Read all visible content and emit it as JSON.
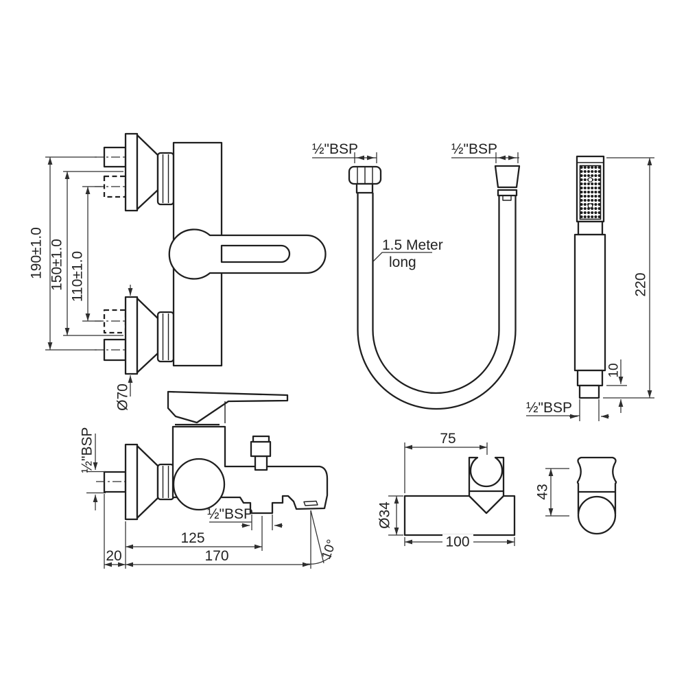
{
  "title": "bath-shower-mixer-technical-drawing",
  "colors": {
    "line": "#1f1f1f",
    "dimension": "#2e2e2e",
    "text": "#222222",
    "background": "#ffffff"
  },
  "front_view": {
    "dim_vertical_outer": "190±1.0",
    "dim_vertical_mid": "150±1.0",
    "dim_vertical_inner": "110±1.0",
    "flange_diameter": "Ø70"
  },
  "hose": {
    "left_thread_label": "½\"BSP",
    "right_thread_label": "½\"BSP",
    "length_label_line1": "1.5 Meter",
    "length_label_line2": "long"
  },
  "hand_shower": {
    "total_length": "220",
    "thread_length": "10",
    "thread_label": "½\"BSP"
  },
  "side_view": {
    "wall_thread_label": "½\"BSP",
    "outlet_thread_label": "½\"BSP",
    "wall_to_outlet": "125",
    "wall_to_spout_tip": "170",
    "wall_projection": "20",
    "spout_angle": "10°"
  },
  "wall_bracket": {
    "edge_to_clip_center": "75",
    "bar_diameter": "Ø34",
    "bracket_length": "100",
    "bracket_height": "43"
  }
}
